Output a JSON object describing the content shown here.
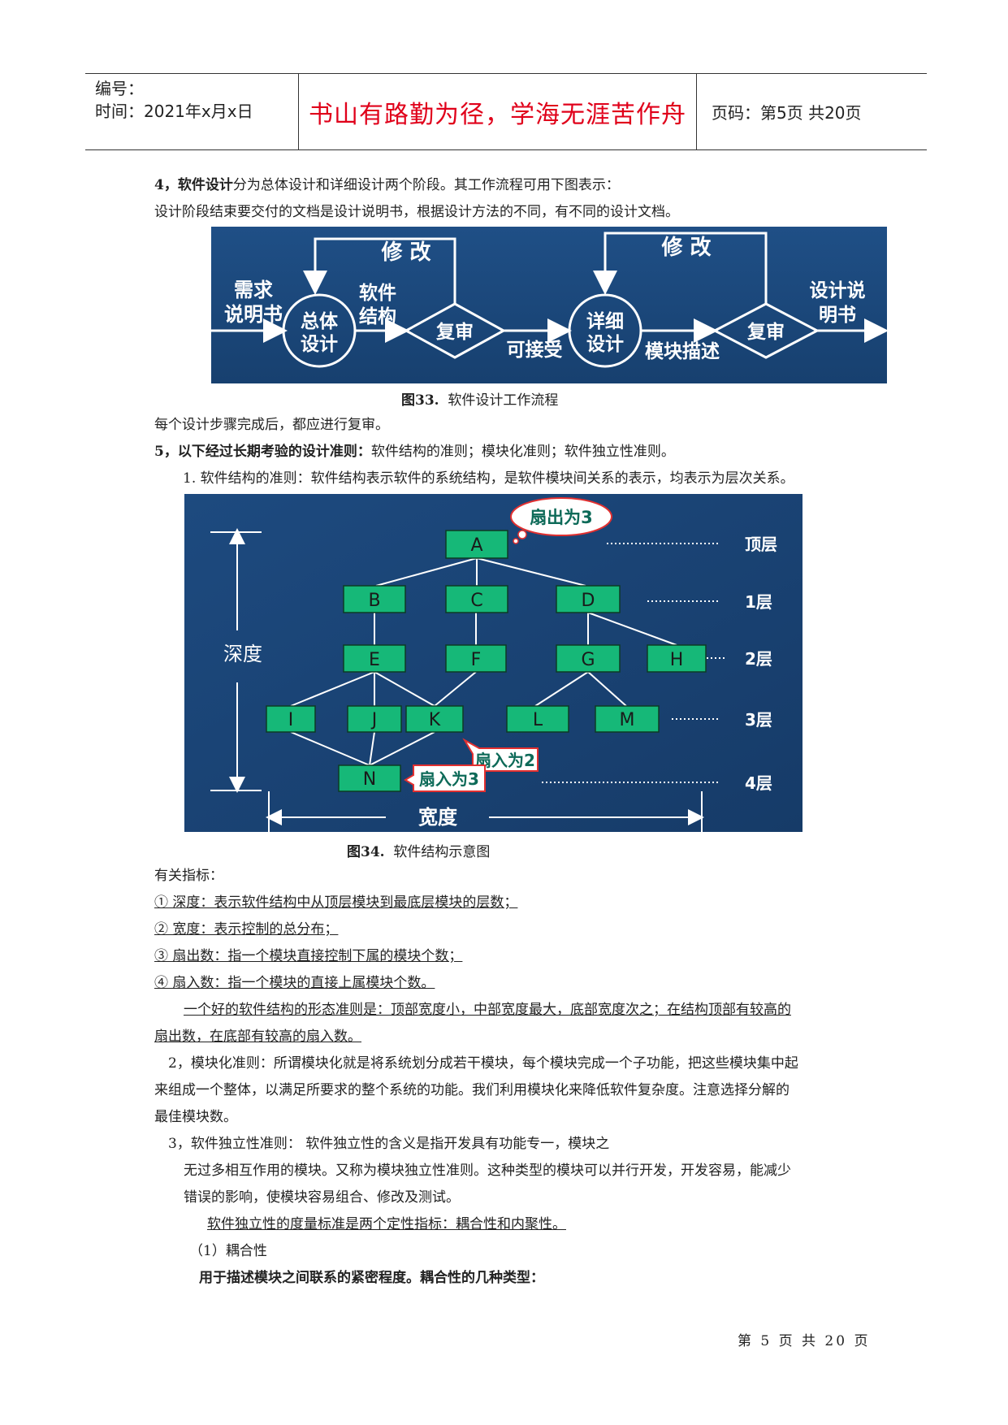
{
  "header": {
    "number_label": "编号：",
    "time_label": "时间：2021年x月x日",
    "motto": "书山有路勤为径，学海无涯苦作舟",
    "page_info": "页码：第5页  共20页"
  },
  "para1": {
    "lead": "4，软件设计",
    "rest": "分为总体设计和详细设计两个阶段。其工作流程可用下图表示："
  },
  "para2": "设计阶段结束要交付的文档是设计说明书，根据设计方法的不同，有不同的设计文档。",
  "fig33": {
    "labels": {
      "modify1": "修 改",
      "modify2": "修 改",
      "req_line1": "需求",
      "req_line2": "说明书",
      "overall_line1": "总体",
      "overall_line2": "设计",
      "struct_line1": "软件",
      "struct_line2": "结构",
      "review1": "复审",
      "accept": "可接受",
      "detail_line1": "详细",
      "detail_line2": "设计",
      "module_desc": "模块描述",
      "review2": "复审",
      "doc_line1": "设计说",
      "doc_line2": "明书"
    },
    "caption_num": "图33.",
    "caption_text": "软件设计工作流程"
  },
  "para3": "每个设计步骤完成后，都应进行复审。",
  "para4": {
    "lead": "5，以下经过长期考验的设计准则：",
    "rest": "软件结构的准则；模块化准则；软件独立性准则。"
  },
  "para5": "1.   软件结构的准则：软件结构表示软件的系统结构，是软件模块间关系的表示，均表示为层次关系。",
  "fig34": {
    "fan_out": "扇出为3",
    "fan_in2": "扇入为2",
    "fan_in3": "扇入为3",
    "depth": "深度",
    "width": "宽度",
    "levels": [
      "顶层",
      "1层",
      "2层",
      "3层",
      "4层"
    ],
    "modules": {
      "A": "A",
      "B": "B",
      "C": "C",
      "D": "D",
      "E": "E",
      "F": "F",
      "G": "G",
      "H": "H",
      "I": "I",
      "J": "J",
      "K": "K",
      "L": "L",
      "M": "M",
      "N": "N"
    },
    "caption_num": "图34.",
    "caption_text": "软件结构示意图"
  },
  "metrics": {
    "title": "有关指标：",
    "items": [
      "① 深度：表示软件结构中从顶层模块到最底层模块的层数；",
      "② 宽度：表示控制的总分布；",
      "③ 扇出数：指一个模块直接控制下属的模块个数；",
      "④ 扇入数：指一个模块的直接上属模块个数。"
    ],
    "rule_line1": "一个好的软件结构的形态准则是：顶部宽度小，中部宽度最大，底部宽度次之；在结构顶部有较高的",
    "rule_line2": "扇出数，在底部有较高的扇入数。"
  },
  "modular": {
    "line1": "2，模块化准则：所谓模块化就是将系统划分成若干模块，每个模块完成一个子功能，把这些模块集中起",
    "line2": "来组成一个整体，以满足所要求的整个系统的功能。我们利用模块化来降低软件复杂度。注意选择分解的",
    "line3": "最佳模块数。"
  },
  "independence": {
    "line1": "3，软件独立性准则：  软件独立性的含义是指开发具有功能专一，模块之",
    "line2": "无过多相互作用的模块。又称为模块独立性准则。这种类型的模块可以并行开发，开发容易，能减少",
    "line3": "错误的影响，使模块容易组合、修改及测试。",
    "line4": "软件独立性的度量标准是两个定性指标：耦合性和内聚性。",
    "sub_title": "（1）耦合性",
    "sub_bold": "用于描述模块之间联系的紧密程度。耦合性的几种类型："
  },
  "footer": "第 5 页 共 20 页"
}
